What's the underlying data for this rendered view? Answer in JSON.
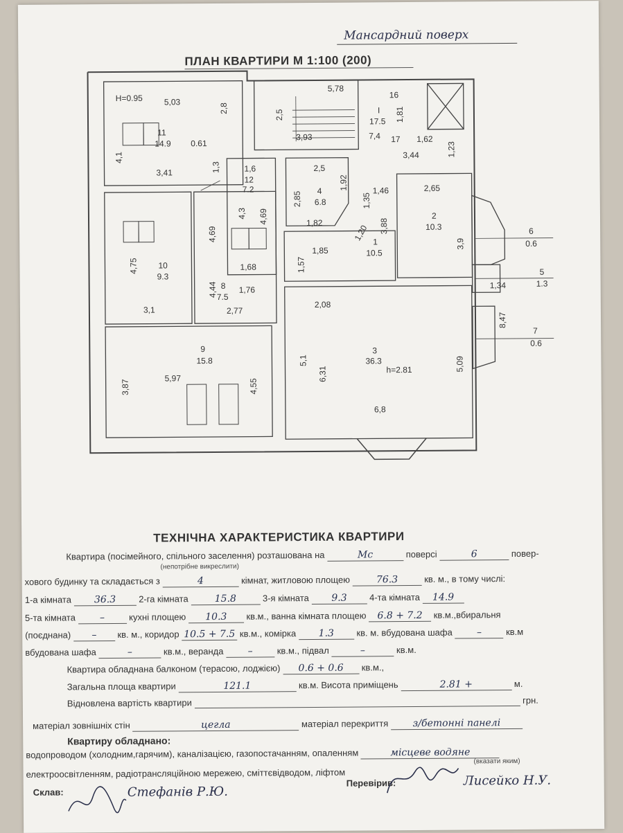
{
  "header": {
    "floor_note": "Мансардний поверх",
    "plan_title": "ПЛАН КВАРТИРИ М 1:100 (200)"
  },
  "plan_labels": {
    "h_095": "Н=0.95",
    "r11_w": "5,03",
    "r11_num": "11",
    "r11_area": "14.9",
    "r11_side": "2,8",
    "r11_a": "0.61",
    "r11_h": "4,1",
    "r11_b": "3,41",
    "r11_c": "1,3",
    "stair_w": "5,78",
    "stair_h": "2,5",
    "stair_b": "3,93",
    "lift_16": "16",
    "hall_num": "I",
    "hall_area": "17.5",
    "hall_a": "1,81",
    "hall_b": "7,4",
    "lift_17": "17",
    "hall_c": "1,62",
    "hall_d": "1,23",
    "hall_e": "3,44",
    "r12_w": "1,6",
    "r12_num": "12",
    "r12_area": "7.2",
    "r12_h": "4,3",
    "r12_h2": "4,69",
    "r12_b": "1,68",
    "r12_c": "4,69",
    "r4_w": "2,5",
    "r4_h": "2,85",
    "r4_num": "4",
    "r4_area": "6.8",
    "r4_h2": "1,92",
    "r4_b": "1,82",
    "r1_a": "1,35",
    "r1_b": "1,46",
    "r1_c": "1,20",
    "r1_num": "1",
    "r1_area": "10.5",
    "r1_d": "1,85",
    "r1_e": "1,57",
    "r1_f": "3,88",
    "r2_w": "2,65",
    "r2_num": "2",
    "r2_area": "10.3",
    "r2_h": "3,9",
    "r6_num": "6",
    "r6_area": "0.6",
    "r5_num": "5",
    "r5_area": "1.3",
    "r5_w": "1,34",
    "r7_num": "7",
    "r7_area": "0.6",
    "r7_h": "8,47",
    "r10_h": "4,75",
    "r10_num": "10",
    "r10_area": "9.3",
    "r10_b": "3,1",
    "r8_a": "4,44",
    "r8_num": "8",
    "r8_area": "7.5",
    "r8_b": "1,76",
    "r8_c": "2,77",
    "r9_num": "9",
    "r9_area": "15.8",
    "r9_h": "3,87",
    "r9_b": "5,97",
    "r9_c": "4,55",
    "r3_top": "2,08",
    "r3_num": "3",
    "r3_area": "36.3",
    "r3_height": "h=2.81",
    "r3_a": "5,1",
    "r3_b": "6,31",
    "r3_c": "5,09",
    "r3_d": "6,8"
  },
  "tech": {
    "title": "ТЕХНІЧНА ХАРАКТЕРИСТИКА КВАРТИРИ",
    "l1a": "Квартира (посімейного, спільного заселення) розташована на",
    "floor_v": "Мс",
    "l1b": "поверсі",
    "floors_v": "6",
    "l1c": "повер-",
    "note_strike": "(непотрібне викреслити)",
    "l2a": "хового будинку та складається з",
    "rooms_v": "4",
    "l2b": "кімнат, житловою площею",
    "living_v": "76.3",
    "l2c": "кв. м., в тому числі:",
    "room1_l": "1-а кімната",
    "room1_v": "36.3",
    "room2_l": "2-га кімната",
    "room2_v": "15.8",
    "room3_l": "3-я кімната",
    "room3_v": "9.3",
    "room4_l": "4-та кімната",
    "room4_v": "14.9",
    "room5_l": "5-та кімната",
    "room5_v": "–",
    "kitchen_l": "кухні площею",
    "kitchen_v": "10.3",
    "kitchen_u": "кв.м., ванна кімната площею",
    "bath_v": "6.8 + 7.2",
    "bath_u": "кв.м.,вбиральня",
    "combined_l": "(поєднана)",
    "combined_v": "–",
    "corr_l": "кв. м., коридор",
    "corr_v": "10.5 + 7.5",
    "closet_l": "кв.м., комірка",
    "closet_v": "1.3",
    "builtin_l": "кв. м. вбудована шафа",
    "builtin_v": "–",
    "builtin_u": "кв.м",
    "builtin2_l": "вбудована шафа",
    "builtin2_v": "–",
    "veranda_l": "кв.м., веранда",
    "veranda_v": "–",
    "basement_l": "кв.м., підвал",
    "basement_v": "–",
    "kvm": "кв.м.",
    "balcony_l": "Квартира обладнана балконом (терасою, лоджією)",
    "balcony_v": "0.6 + 0.6",
    "balcony_u": "кв.м.,",
    "total_l": "Загальна площа квартири",
    "total_v": "121.1",
    "height_l": "кв.м. Висота приміщень",
    "height_v": "2.81 +",
    "height_u": "м.",
    "value_l": "Відновлена вартість квартири",
    "value_u": "грн.",
    "wall_l": "матеріал зовнішніх стін",
    "wall_v": "цегла",
    "floor_mat_l": "матеріал перекриття",
    "floor_mat_v": "з/бетонні панелі",
    "equip_l": "Квартиру обладнано:",
    "equip_a": "водопроводом (холодним,гарячим), каналізацією, газопостачанням, опаленням",
    "heat_v": "місцеве водяне",
    "heat_note": "(вказати яким)",
    "equip_b": "електроосвітленням, радіотрансляційною мережею, сміттєвідводом, ліфтом",
    "made_l": "Склав:",
    "made_v": "Стефанів Р.Ю.",
    "check_l": "Перевірив:",
    "check_v": "Лисейко Н.У."
  }
}
